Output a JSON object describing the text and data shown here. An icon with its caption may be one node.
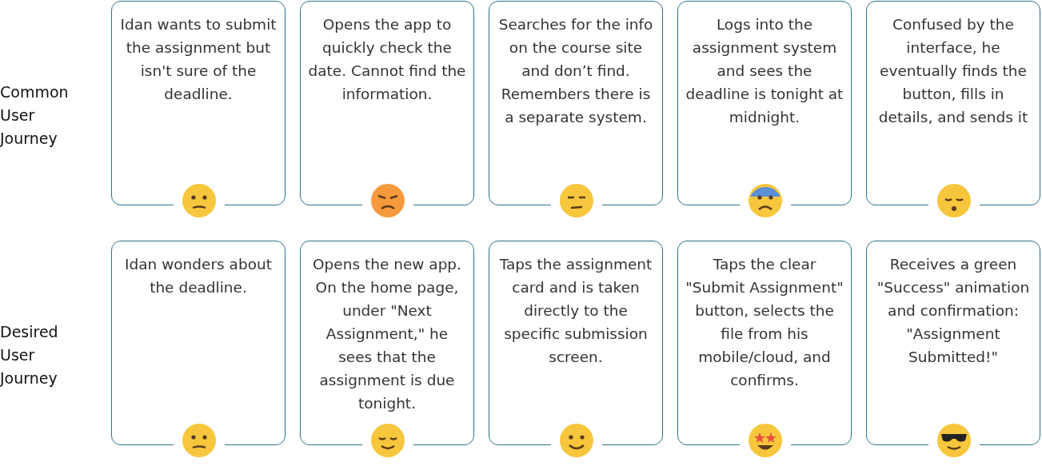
{
  "diagram": {
    "nodes": [
      {
        "text": [
          "Idan wants to submit the assignment but isn't sure of the deadline."
        ]
      },
      {
        "text": [
          "Opens the app to quickly check the date. Cannot find the information."
        ]
      },
      {
        "text": [
          "Searches for the info on the course site and don’t find. Remembers there is a separate system."
        ]
      },
      {
        "text": [
          "Logs into the assignment system and sees the deadline is tonight at midnight."
        ]
      },
      {
        "text": [
          "Confused by the interface, he eventually finds the button, fills in details, and sends it"
        ]
      },
      {
        "text": [
          "Idan wonders about the deadline."
        ]
      },
      {
        "text": [
          "Opens the new app. On the home page, under \"Next Assignment,\" he sees that the assignment is due tonight."
        ]
      },
      {
        "text": [
          "Taps the assignment card and is taken directly to the specific submission screen."
        ]
      },
      {
        "text": [
          "Taps the clear \"Submit Assignment\" button, selects the file from his mobile/cloud, and confirms."
        ]
      },
      {
        "text": [
          "Receives a green \"Success\" animation and confirmation: \"Assignment Submitted!\""
        ]
      }
    ],
    "edges": [],
    "labels": [
      "Common User Journey",
      "Desired User Journey"
    ]
  }
}
